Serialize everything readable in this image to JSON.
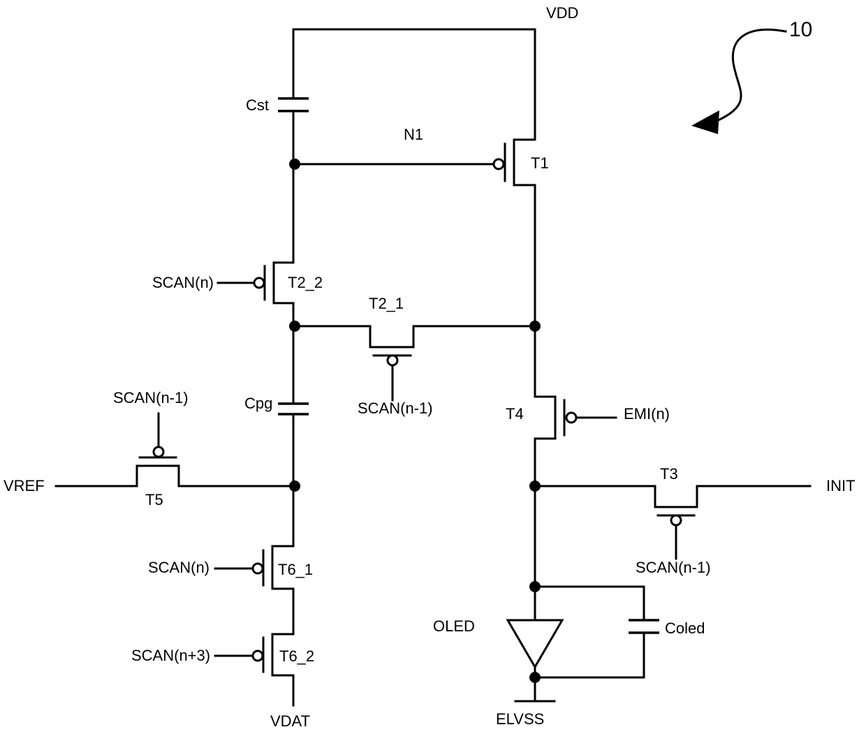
{
  "diagram": {
    "ref_number": "10",
    "nets": {
      "vdd": "VDD",
      "n1": "N1",
      "vref": "VREF",
      "init": "INIT",
      "vdat": "VDAT",
      "elvss": "ELVSS"
    },
    "capacitors": {
      "cst": "Cst",
      "cpg": "Cpg",
      "coled": "Coled"
    },
    "transistors": {
      "t1": "T1",
      "t2_1": "T2_1",
      "t2_2": "T2_2",
      "t3": "T3",
      "t4": "T4",
      "t5": "T5",
      "t6_1": "T6_1",
      "t6_2": "T6_2"
    },
    "oled": "OLED",
    "signals": {
      "scan_n_t2_2": "SCAN(n)",
      "scan_nm1_t2_1": "SCAN(n-1)",
      "scan_nm1_t5": "SCAN(n-1)",
      "emi_n": "EMI(n)",
      "scan_nm1_t3": "SCAN(n-1)",
      "scan_n_t6_1": "SCAN(n)",
      "scan_np3_t6_2": "SCAN(n+3)"
    }
  }
}
